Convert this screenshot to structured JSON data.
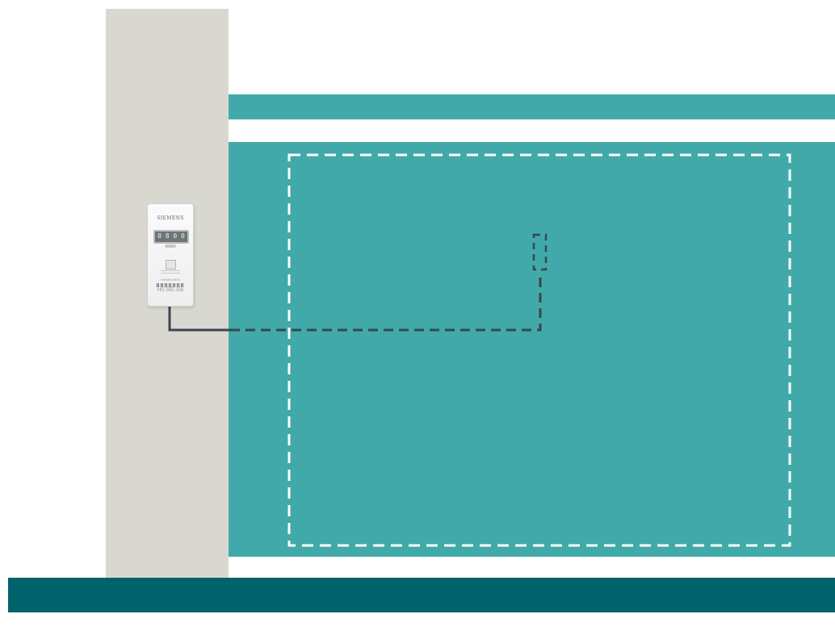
{
  "colors": {
    "wall": "#d9d8d0",
    "accent_teal": "#42a9aa",
    "dark_teal": "#00626b",
    "dashed_outline": "#ffffff",
    "cable": "#37474f"
  },
  "device": {
    "brand": "SIEMENS",
    "display_reading": "8 8 0 0",
    "serial_label": "WHM630B00",
    "serial_number": "HG 555 256"
  }
}
